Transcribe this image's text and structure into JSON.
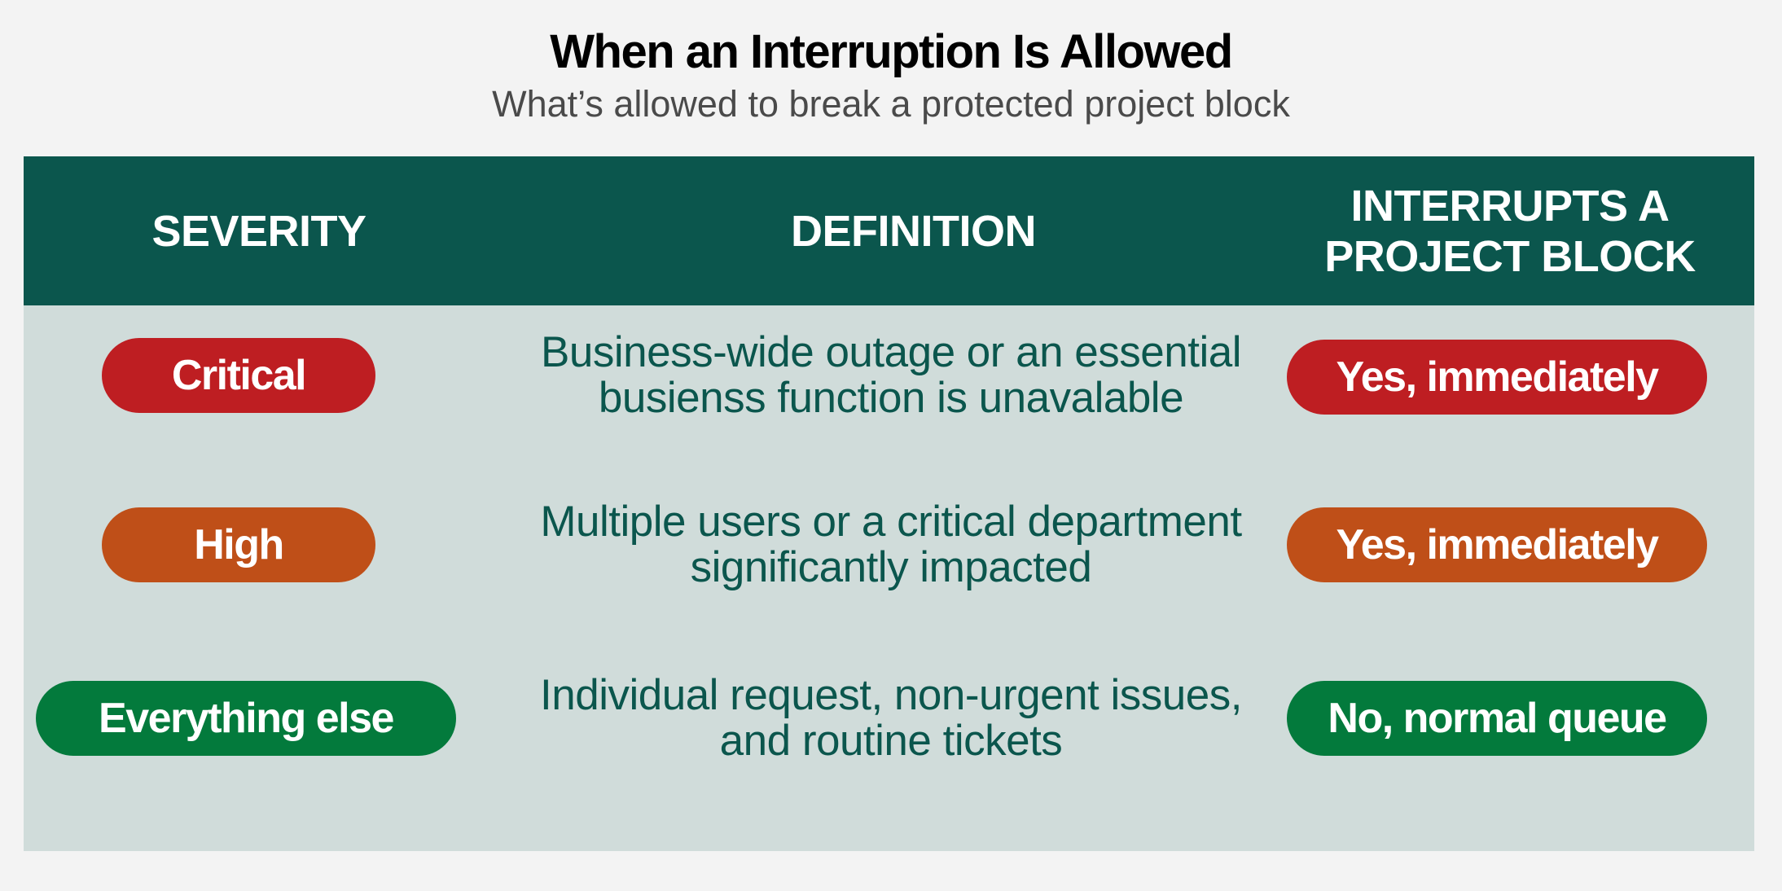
{
  "title": "When an Interruption Is Allowed",
  "subtitle": "What’s allowed to break a protected project block",
  "colors": {
    "header_bg": "#0b564d",
    "body_bg": "#d0dcda",
    "critical": "#be1e22",
    "high": "#bf4f18",
    "normal": "#037a3c",
    "definition_text": "#0b564d"
  },
  "table": {
    "headers": {
      "severity": "SEVERITY",
      "definition": "DEFINITION",
      "interrupts_line1": "INTERRUPTS A",
      "interrupts_line2": "PROJECT BLOCK"
    },
    "rows": [
      {
        "severity": "Critical",
        "definition_line1": "Business-wide outage or an essential",
        "definition_line2": "busienss function is unavalable",
        "interrupts": "Yes, immediately"
      },
      {
        "severity": "High",
        "definition_line1": "Multiple users or a critical department",
        "definition_line2": "significantly impacted",
        "interrupts": "Yes, immediately"
      },
      {
        "severity": "Everything else",
        "definition_line1": "Individual request, non-urgent issues,",
        "definition_line2": "and routine tickets",
        "interrupts": "No, normal queue"
      }
    ]
  }
}
